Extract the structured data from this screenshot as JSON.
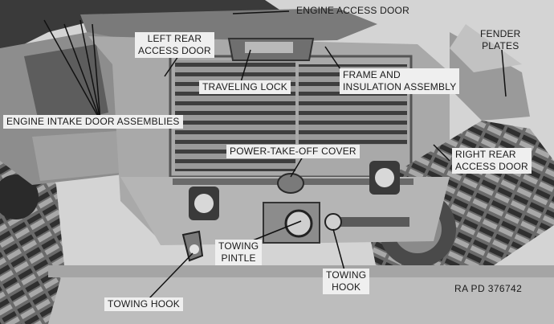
{
  "labels": {
    "engine_access_door": "ENGINE ACCESS DOOR",
    "left_rear_access_door": "LEFT REAR\nACCESS DOOR",
    "fender_plates": "FENDER\nPLATES",
    "traveling_lock": "TRAVELING LOCK",
    "frame_insulation": "FRAME AND\nINSULATION ASSEMBLY",
    "engine_intake_doors": "ENGINE INTAKE DOOR ASSEMBLIES",
    "power_take_off_cover": "POWER-TAKE-OFF COVER",
    "right_rear_access_door": "RIGHT REAR\nACCESS DOOR",
    "towing_pintle": "TOWING\nPINTLE",
    "towing_hook_center": "TOWING\nHOOK",
    "towing_hook_left": "TOWING HOOK",
    "reference_number": "RA PD 376742"
  },
  "colors": {
    "background": "#c9c9c9",
    "metal_dark": "#3a3a3a",
    "metal_mid": "#8a8a8a",
    "metal_light": "#b5b5b5",
    "label_bg": "#efefef",
    "leader": "#111111"
  }
}
